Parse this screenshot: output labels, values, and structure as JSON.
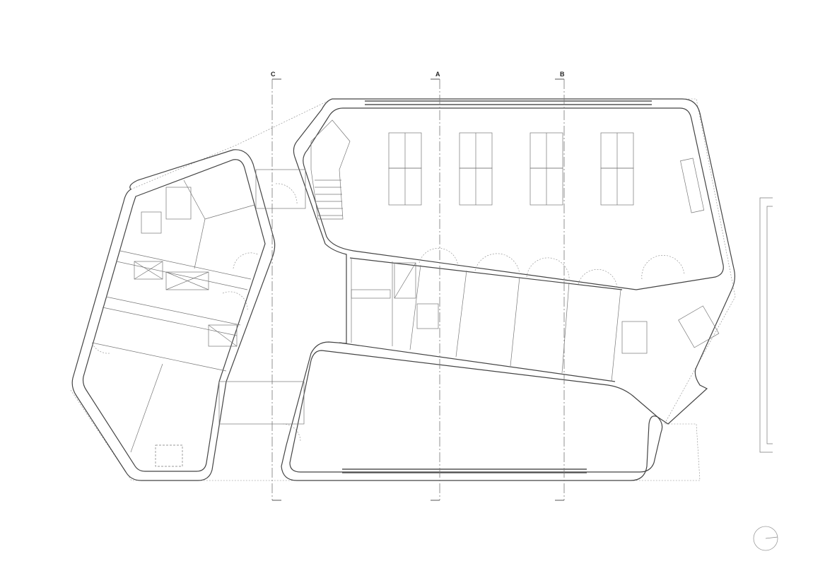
{
  "drawing": {
    "type": "floor-plan",
    "section_markers": [
      {
        "label": "C"
      },
      {
        "label": "A"
      },
      {
        "label": "B"
      }
    ],
    "north_arrow": "compass-icon",
    "colors": {
      "line": "#444444",
      "background": "#ffffff"
    }
  }
}
